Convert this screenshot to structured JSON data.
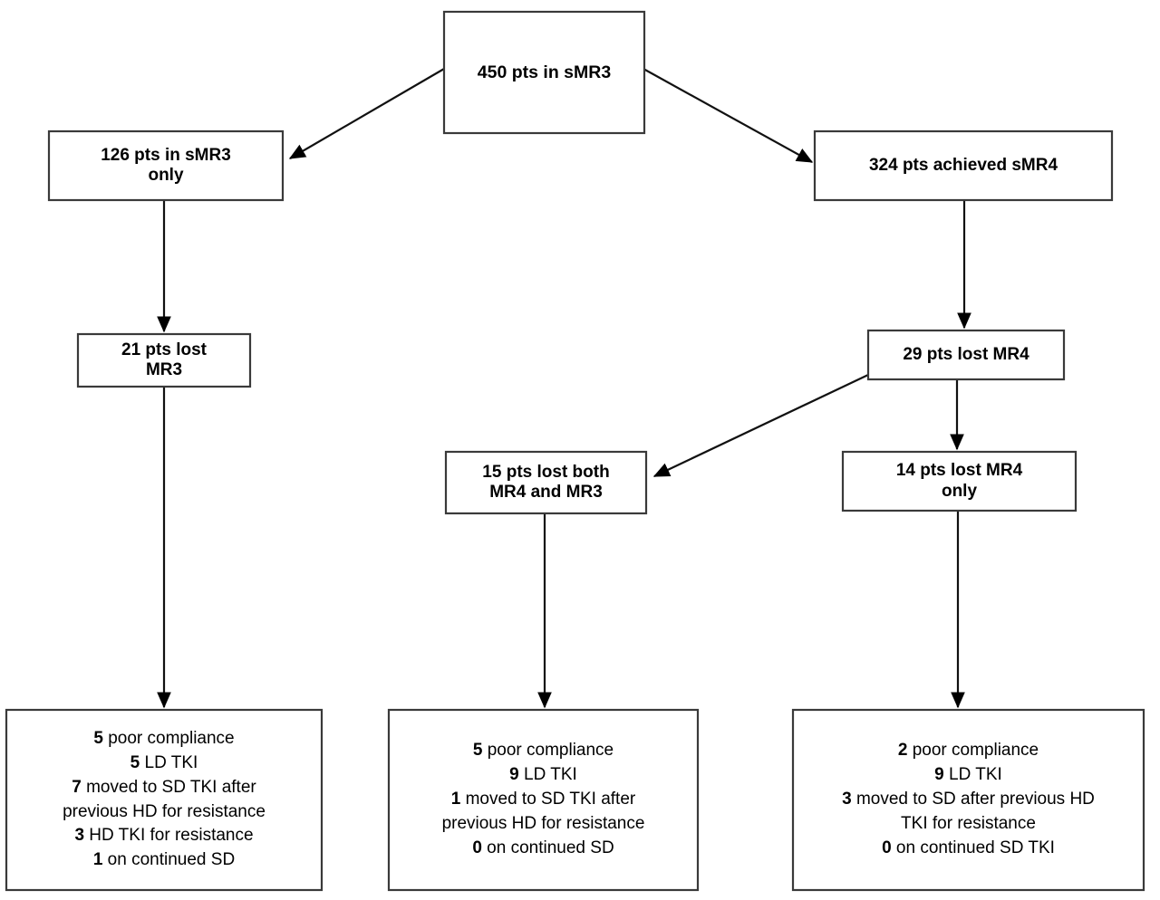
{
  "figure": {
    "type": "flowchart",
    "background_color": "#ffffff",
    "box_stroke_color": "#3a3a3a",
    "text_color": "#000000"
  },
  "nodes": {
    "root": {
      "id": "root",
      "lines": [
        "450 pts in sMR3"
      ],
      "count": 450
    },
    "smr3_only": {
      "id": "smr3-only",
      "lines": [
        "126 pts in sMR3",
        "only"
      ],
      "count": 126
    },
    "smr4_achieved": {
      "id": "smr4-achieved",
      "lines": [
        "324 pts achieved sMR4"
      ],
      "count": 324
    },
    "lost_mr3": {
      "id": "lost-mr3",
      "lines": [
        "21 pts lost",
        "MR3"
      ],
      "count": 21
    },
    "lost_mr4": {
      "id": "lost-mr4",
      "lines": [
        "29 pts lost MR4"
      ],
      "count": 29
    },
    "lost_both": {
      "id": "lost-both",
      "lines": [
        "15 pts lost both",
        "MR4 and MR3"
      ],
      "count": 15
    },
    "lost_mr4_only": {
      "id": "lost-mr4-only",
      "lines": [
        "14 pts lost MR4",
        "only"
      ],
      "count": 14
    },
    "outcome_left": {
      "id": "outcome-left",
      "lines": [
        {
          "num": "5",
          "text": " poor compliance"
        },
        {
          "num": "5",
          "text": " LD TKI"
        },
        {
          "num": "7",
          "text": " moved to SD TKI after"
        },
        {
          "num": "",
          "text": "previous HD for resistance"
        },
        {
          "num": "3",
          "text": " HD TKI for resistance"
        },
        {
          "num": "1",
          "text": " on continued SD"
        }
      ]
    },
    "outcome_middle": {
      "id": "outcome-middle",
      "lines": [
        {
          "num": "5",
          "text": " poor compliance"
        },
        {
          "num": "9",
          "text": " LD TKI"
        },
        {
          "num": "1",
          "text": " moved to SD TKI after"
        },
        {
          "num": "",
          "text": "previous HD for resistance"
        },
        {
          "num": "0",
          "text": " on continued SD"
        }
      ]
    },
    "outcome_right": {
      "id": "outcome-right",
      "lines": [
        {
          "num": "2",
          "text": " poor compliance"
        },
        {
          "num": "9",
          "text": " LD TKI"
        },
        {
          "num": "3",
          "text": " moved to SD after previous HD"
        },
        {
          "num": "",
          "text": "TKI for resistance"
        },
        {
          "num": "0",
          "text": " on continued SD TKI"
        }
      ]
    }
  },
  "edges": [
    {
      "from": "root",
      "to": "smr3_only",
      "style": "diagonal-arrow"
    },
    {
      "from": "root",
      "to": "smr4_achieved",
      "style": "diagonal-arrow"
    },
    {
      "from": "smr3_only",
      "to": "lost_mr3",
      "style": "vertical-arrow"
    },
    {
      "from": "smr4_achieved",
      "to": "lost_mr4",
      "style": "vertical-arrow"
    },
    {
      "from": "lost_mr4",
      "to": "lost_both",
      "style": "diagonal-arrow"
    },
    {
      "from": "lost_mr4",
      "to": "lost_mr4_only",
      "style": "vertical-arrow"
    },
    {
      "from": "lost_mr3",
      "to": "outcome_left",
      "style": "vertical-arrow"
    },
    {
      "from": "lost_both",
      "to": "outcome_middle",
      "style": "vertical-arrow"
    },
    {
      "from": "lost_mr4_only",
      "to": "outcome_right",
      "style": "vertical-arrow"
    }
  ]
}
